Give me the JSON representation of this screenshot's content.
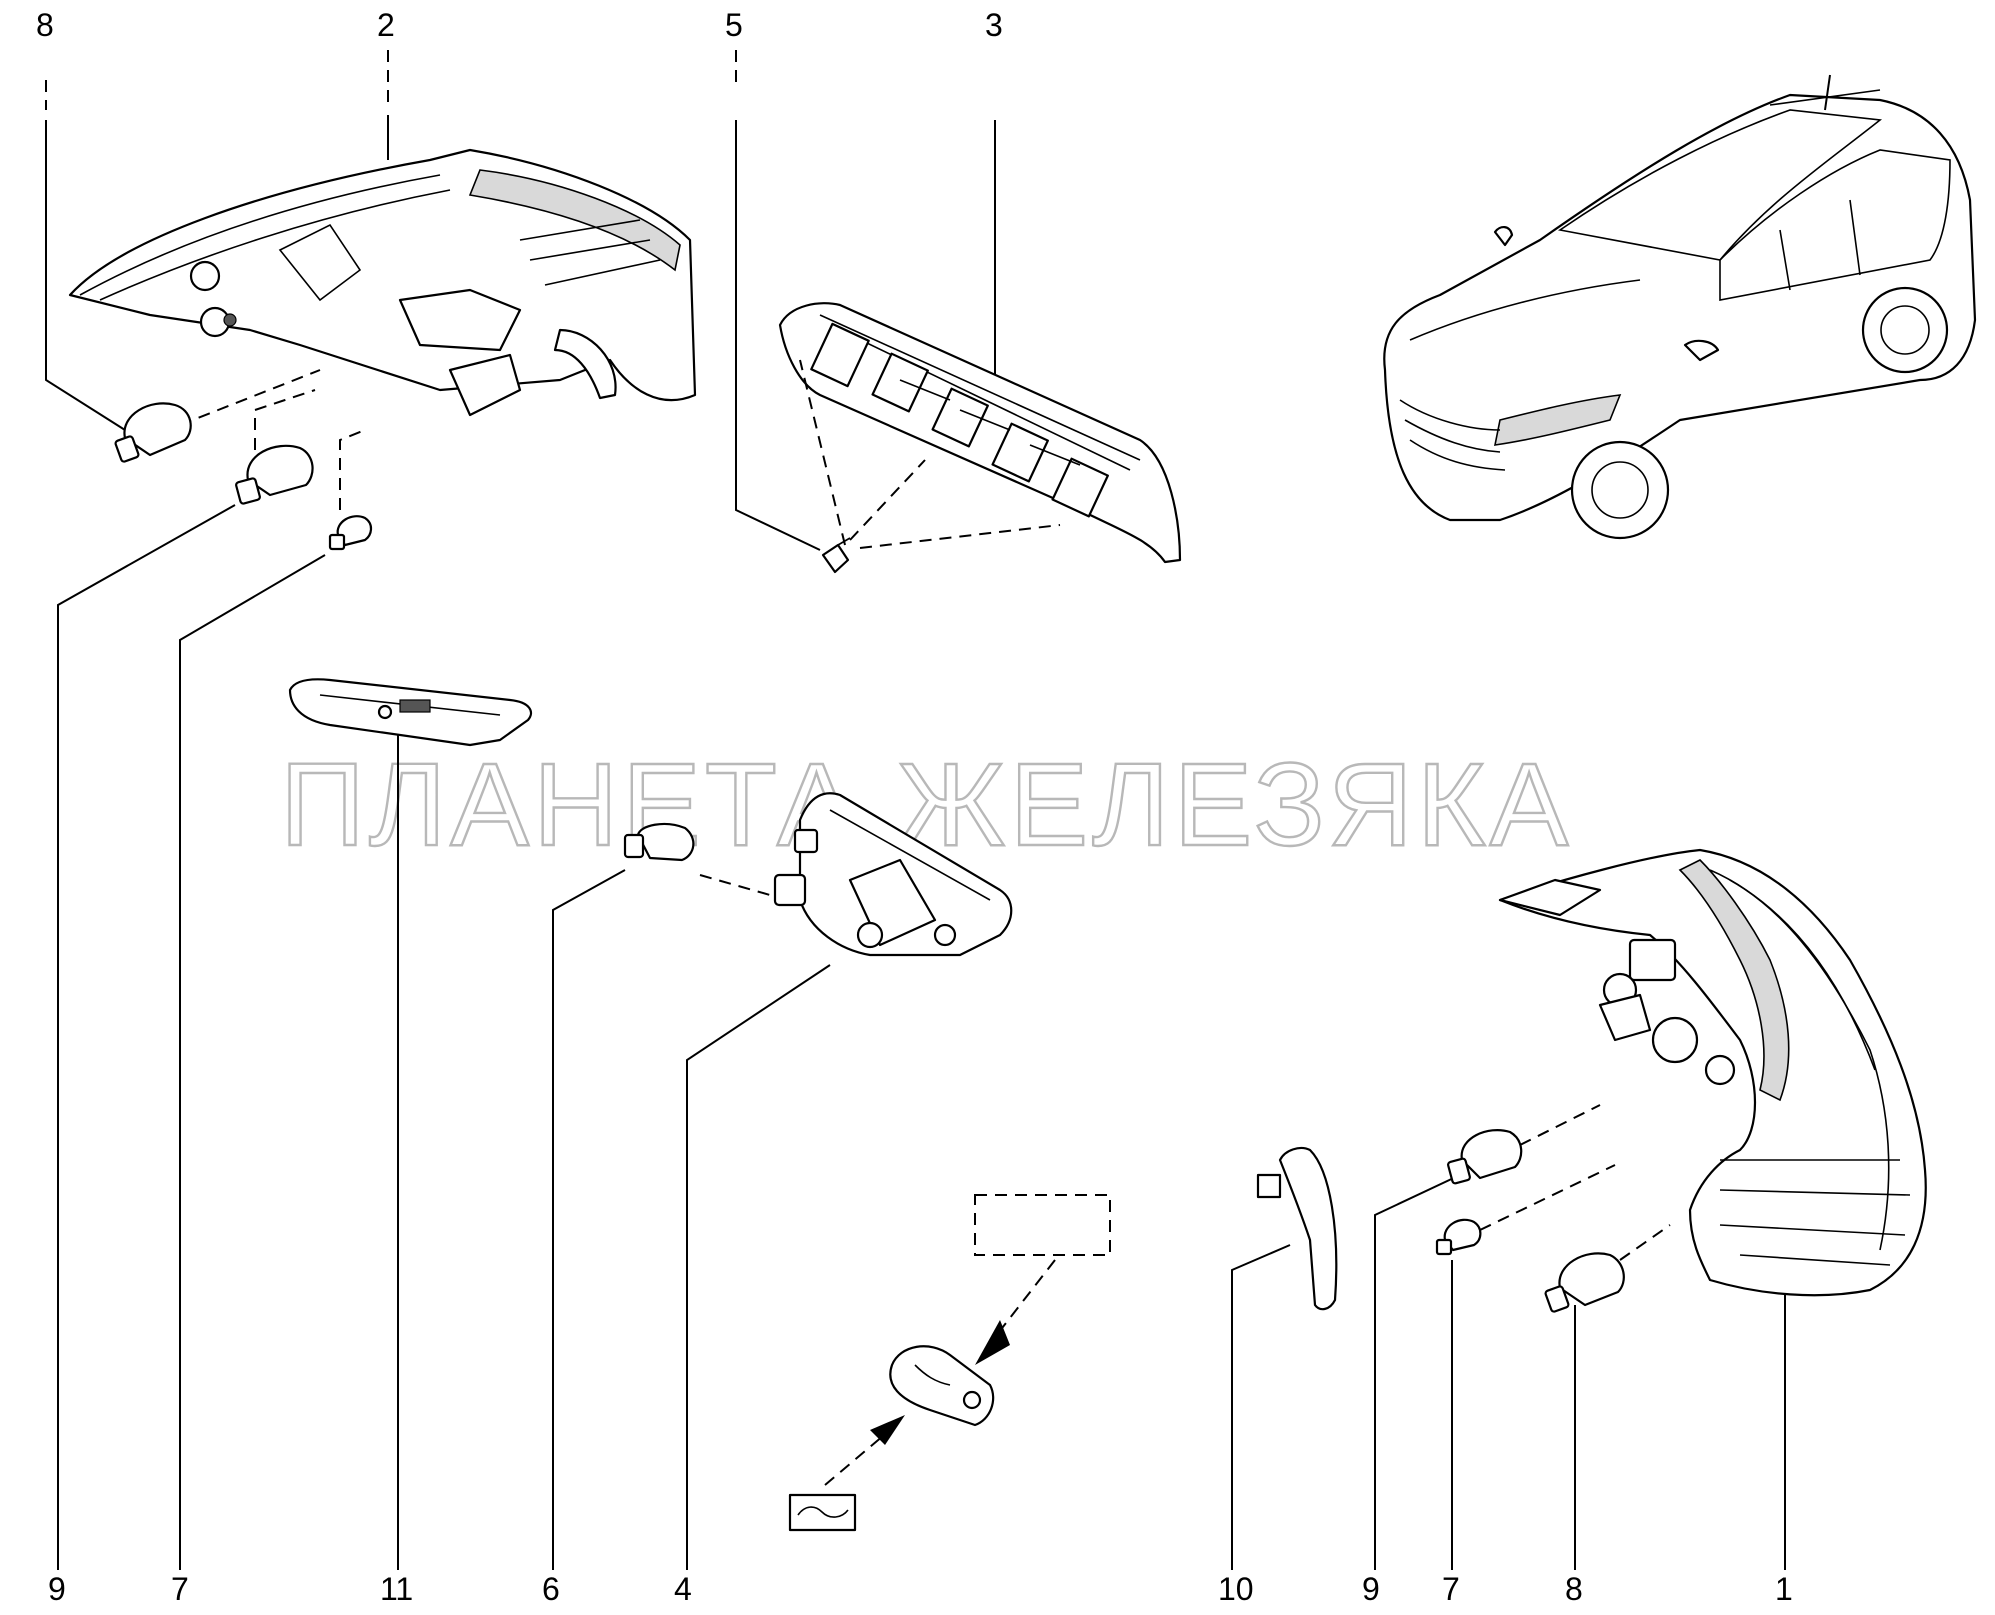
{
  "watermark": "ПЛАНЕТА ЖЕЛЕЗЯКА",
  "callouts": {
    "top": [
      "8",
      "2",
      "5",
      "3"
    ],
    "bottom": [
      "9",
      "7",
      "11",
      "6",
      "4",
      "10",
      "9",
      "7",
      "8",
      "1"
    ]
  }
}
